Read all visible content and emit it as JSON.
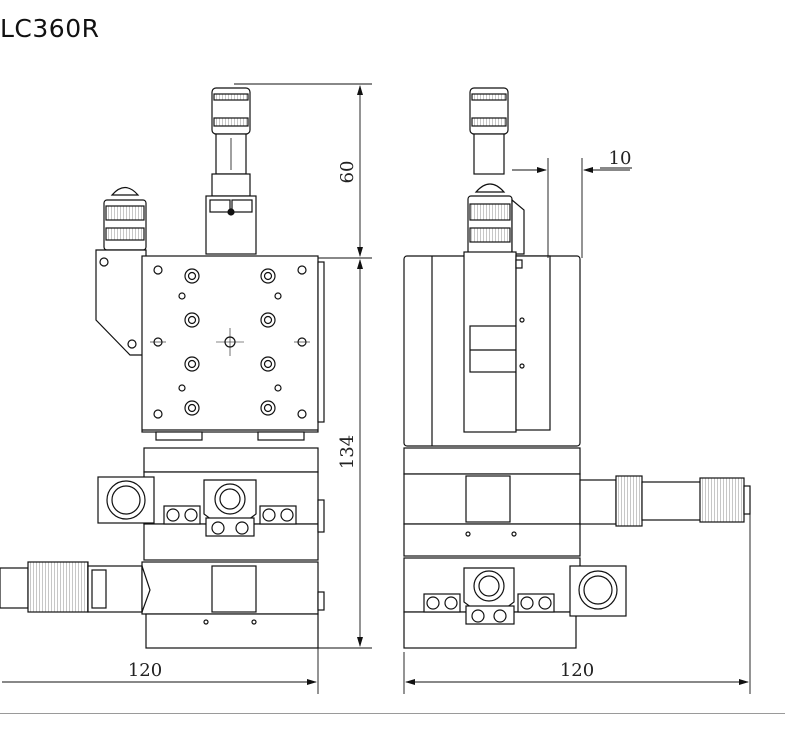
{
  "title": "LC360R",
  "dimensions": {
    "top_height": "60",
    "total_height": "134",
    "offset": "10",
    "front_width": "120",
    "side_width": "120"
  }
}
